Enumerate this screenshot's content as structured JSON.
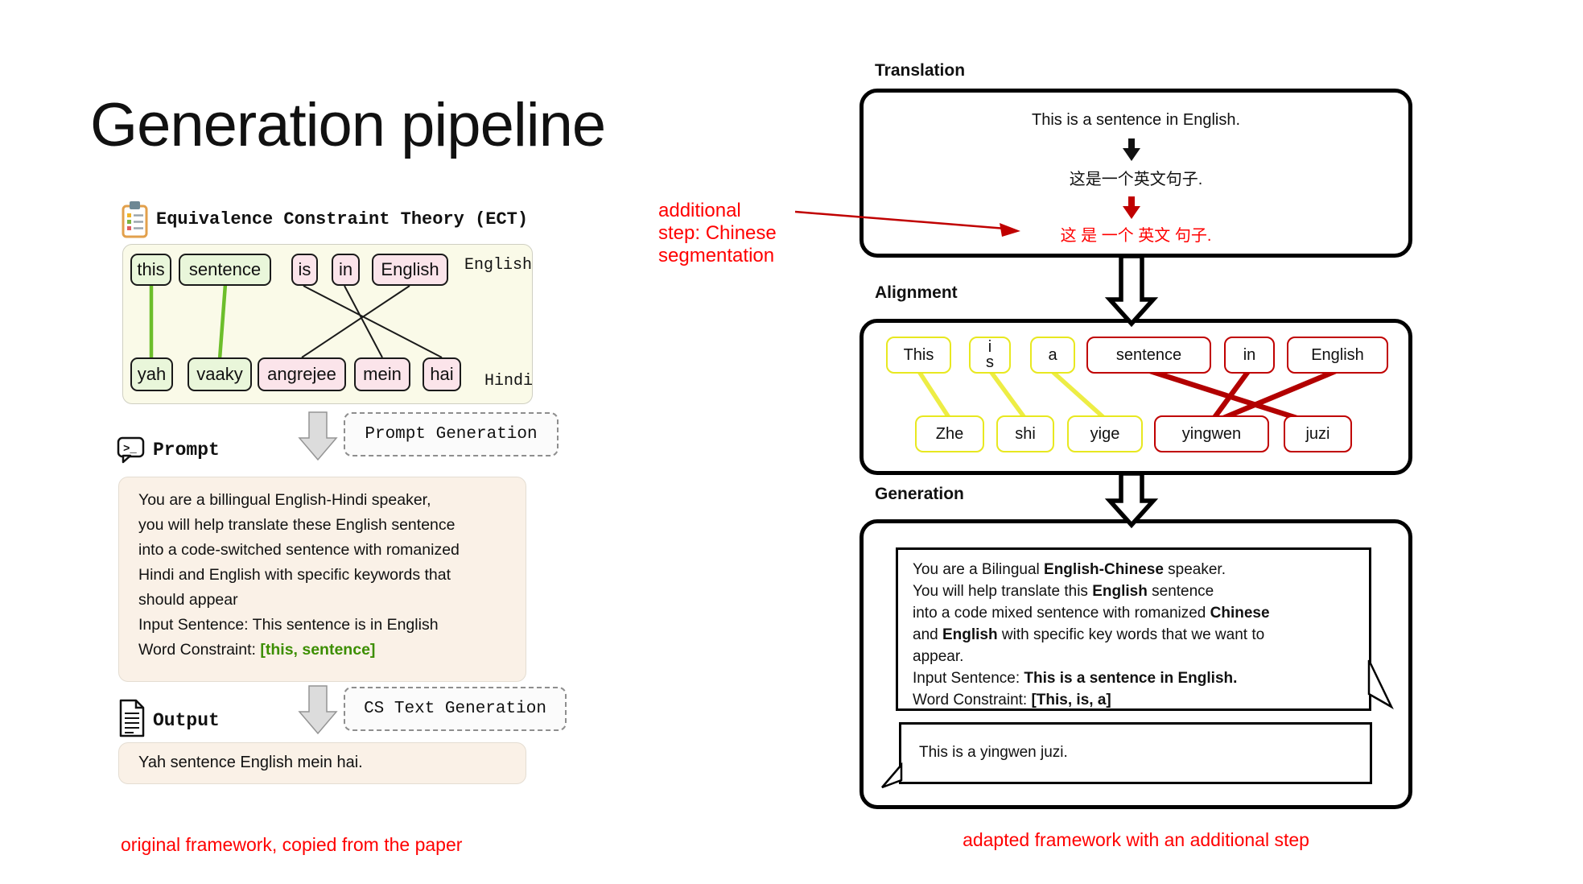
{
  "title": "Generation pipeline",
  "left": {
    "ect": {
      "header": "Equivalence Constraint Theory (ECT)",
      "lang_top": "English",
      "lang_bottom": "Hindi",
      "top_words": [
        {
          "label": "this",
          "kind": "green"
        },
        {
          "label": "sentence",
          "kind": "green"
        },
        {
          "label": "is",
          "kind": "pink"
        },
        {
          "label": "in",
          "kind": "pink"
        },
        {
          "label": "English",
          "kind": "pink"
        }
      ],
      "bottom_words": [
        {
          "label": "yah",
          "kind": "green"
        },
        {
          "label": "vaaky",
          "kind": "green"
        },
        {
          "label": "angrejee",
          "kind": "pink"
        },
        {
          "label": "mein",
          "kind": "pink"
        },
        {
          "label": "hai",
          "kind": "pink"
        }
      ]
    },
    "prompt_generation_label": "Prompt Generation",
    "cs_generation_label": "CS Text Generation",
    "prompt_header": "Prompt",
    "prompt": {
      "lines": [
        "You are a billingual English-Hindi speaker,",
        "you will help translate these English sentence",
        "into a code-switched sentence with romanized",
        "Hindi and English with specific keywords that",
        "should appear",
        "Input Sentence: This sentence is in English"
      ],
      "constraint_label": "Word Constraint: ",
      "constraint_value": "[this, sentence]"
    },
    "output_header": "Output",
    "output_text": "Yah sentence English mein hai.",
    "caption": "original framework, copied from the paper"
  },
  "right": {
    "translation": {
      "label": "Translation",
      "english": "This is a sentence in English.",
      "chinese": "这是一个英文句子.",
      "chinese_segmented": "这 是 一个 英文 句子."
    },
    "annotation_text": "additional\nstep: Chinese\nsegmentation",
    "alignment": {
      "label": "Alignment",
      "top_words": [
        {
          "label": "This",
          "kind": "yellow"
        },
        {
          "label": "i\ns",
          "kind": "yellow"
        },
        {
          "label": "a",
          "kind": "yellow"
        },
        {
          "label": "sentence",
          "kind": "red"
        },
        {
          "label": "in",
          "kind": "red"
        },
        {
          "label": "English",
          "kind": "red"
        }
      ],
      "bottom_words": [
        {
          "label": "Zhe",
          "kind": "yellow"
        },
        {
          "label": "shi",
          "kind": "yellow"
        },
        {
          "label": "yige",
          "kind": "yellow"
        },
        {
          "label": "yingwen",
          "kind": "red"
        },
        {
          "label": "juzi",
          "kind": "red"
        }
      ]
    },
    "generation": {
      "label": "Generation",
      "prompt_lines": [
        [
          {
            "t": "You are a Bilingual ",
            "b": 0
          },
          {
            "t": "English-Chinese",
            "b": 1
          },
          {
            "t": " speaker.",
            "b": 0
          }
        ],
        [
          {
            "t": "You will help translate this ",
            "b": 0
          },
          {
            "t": "English",
            "b": 1
          },
          {
            "t": " sentence",
            "b": 0
          }
        ],
        [
          {
            "t": "into a code mixed sentence with romanized ",
            "b": 0
          },
          {
            "t": "Chinese",
            "b": 1
          }
        ],
        [
          {
            "t": "and ",
            "b": 0
          },
          {
            "t": "English",
            "b": 1
          },
          {
            "t": " with specific key words that we want to",
            "b": 0
          }
        ],
        [
          {
            "t": "appear.",
            "b": 0
          }
        ],
        [
          {
            "t": "Input Sentence: ",
            "b": 0
          },
          {
            "t": "This is a sentence in English.",
            "b": 1
          }
        ],
        [
          {
            "t": "Word Constraint: ",
            "b": 0
          },
          {
            "t": "[This, is, a]",
            "b": 1
          }
        ]
      ],
      "response": "This is a yingwen juzi."
    },
    "caption": "adapted framework with an additional step"
  },
  "colors": {
    "caption_red": "#FF0000",
    "dark_red": "#C00000",
    "green_line": "#6CBE2B",
    "green_box_bg": "#E9F6DA",
    "pink_box_bg": "#FBE4EA",
    "yellow_border": "#E8E820",
    "red_border": "#C00000",
    "cream_box_bg": "#FAF1E7",
    "ect_bg": "#FAFAE8",
    "constraint_green": "#3C8E00"
  }
}
